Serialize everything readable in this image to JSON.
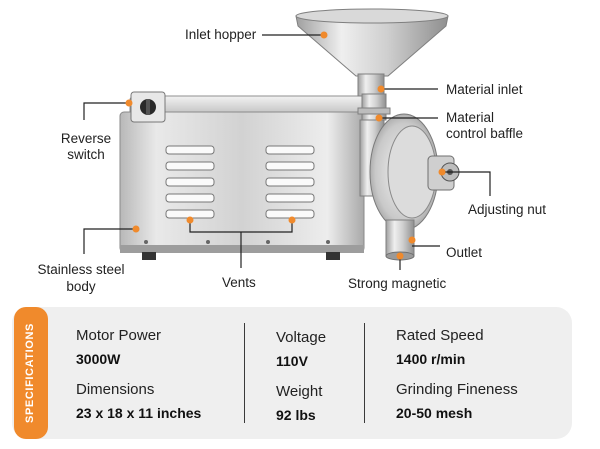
{
  "labels": {
    "inlet_hopper": "Inlet hopper",
    "material_inlet": "Material inlet",
    "material_control_baffle_line1": "Material",
    "material_control_baffle_line2": "control baffle",
    "reverse_switch_line1": "Reverse",
    "reverse_switch_line2": "switch",
    "adjusting_nut": "Adjusting nut",
    "outlet": "Outlet",
    "stainless_steel_body_line1": "Stainless steel",
    "stainless_steel_body_line2": "body",
    "vents": "Vents",
    "strong_magnetic": "Strong magnetic"
  },
  "specs": {
    "title": "SPECIFICATIONS",
    "motor_power_label": "Motor Power",
    "motor_power_value": "3000W",
    "dimensions_label": "Dimensions",
    "dimensions_value": "23 x 18 x 11 inches",
    "voltage_label": "Voltage",
    "voltage_value": "110V",
    "weight_label": "Weight",
    "weight_value": "92 lbs",
    "rated_speed_label": "Rated Speed",
    "rated_speed_value": "1400 r/min",
    "grinding_fineness_label": "Grinding Fineness",
    "grinding_fineness_value": "20-50 mesh"
  },
  "colors": {
    "accent": "#f08a2c",
    "panel": "#efefef",
    "steel_light": "#e6e6e6",
    "steel_dark": "#9a9a9a"
  }
}
